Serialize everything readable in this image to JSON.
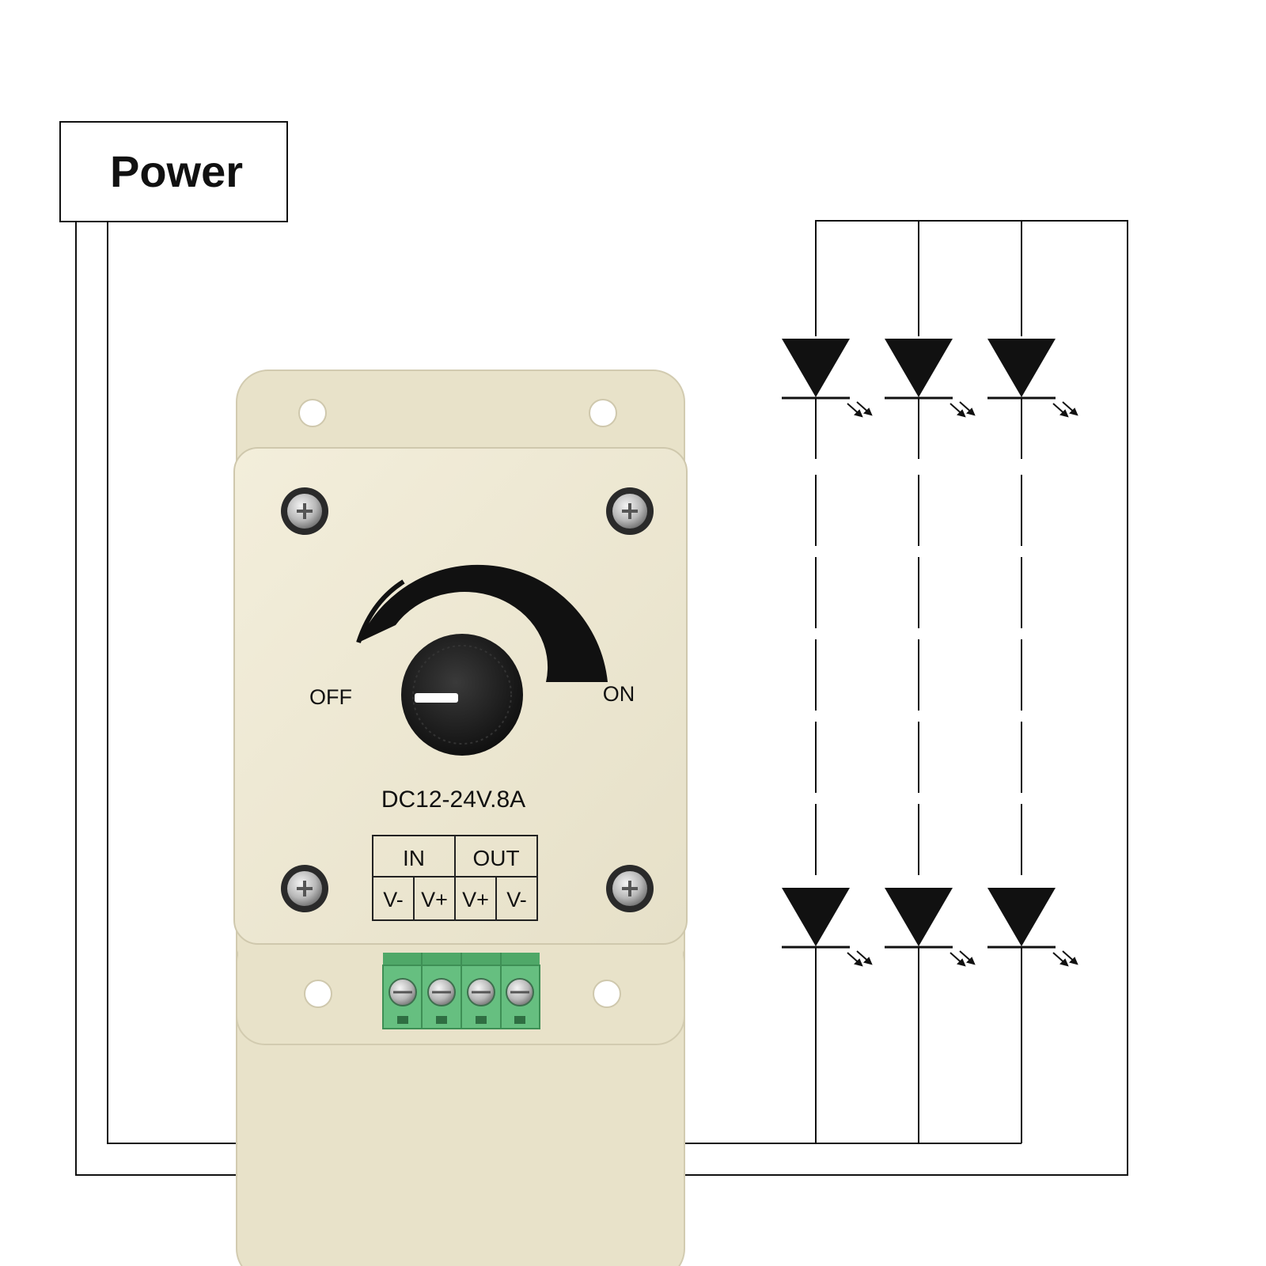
{
  "power": {
    "label": "Power"
  },
  "dimmer": {
    "off_label": "OFF",
    "on_label": "ON",
    "rating": "DC12-24V.8A",
    "terminals": {
      "in_label": "IN",
      "out_label": "OUT",
      "pins": [
        "V-",
        "V+",
        "V+",
        "V-"
      ]
    }
  },
  "colors": {
    "wire": "#111111",
    "housing": "#efead6",
    "housing_shadow": "#d8d2bb",
    "knob": "#1a1a1a",
    "terminal_block": "#5fb878",
    "screw": "#b8b8b8"
  },
  "leds": {
    "columns": 3,
    "rows": 2
  }
}
